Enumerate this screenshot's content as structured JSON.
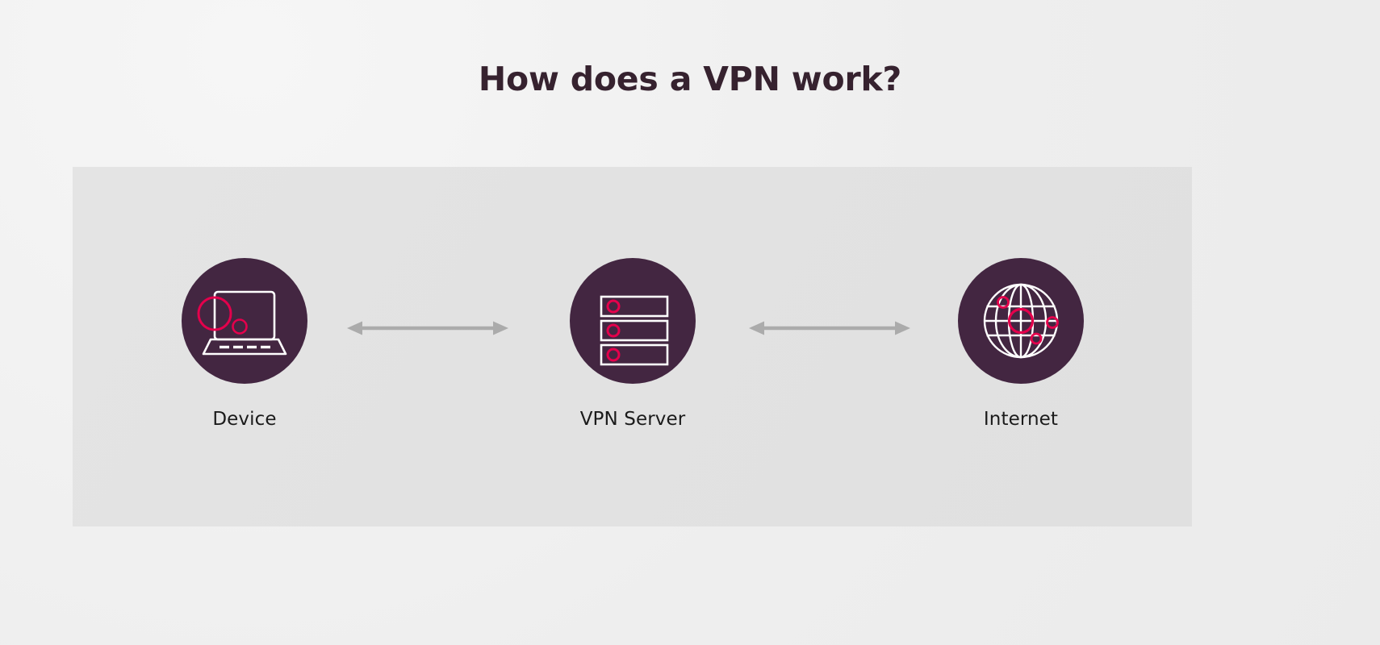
{
  "page": {
    "title": "How does a VPN work?",
    "background_color": "#eeeeee",
    "panel_color": "#e2e2e2",
    "title_color": "#36222f"
  },
  "theme": {
    "node_circle_color": "#432641",
    "icon_stroke_color": "#ffffff",
    "accent_color": "#e4004c",
    "arrow_color": "#aaaaaa",
    "label_color": "#1b1b1b"
  },
  "diagram": {
    "nodes": [
      {
        "id": "device",
        "label": "Device",
        "icon": "laptop-icon"
      },
      {
        "id": "vpn-server",
        "label": "VPN Server",
        "icon": "server-rack-icon"
      },
      {
        "id": "internet",
        "label": "Internet",
        "icon": "globe-icon"
      }
    ],
    "connections": [
      {
        "id": "device-to-server",
        "from": "device",
        "to": "vpn-server",
        "style": "double-headed-arrow"
      },
      {
        "id": "server-to-internet",
        "from": "vpn-server",
        "to": "internet",
        "style": "double-headed-arrow"
      }
    ]
  }
}
